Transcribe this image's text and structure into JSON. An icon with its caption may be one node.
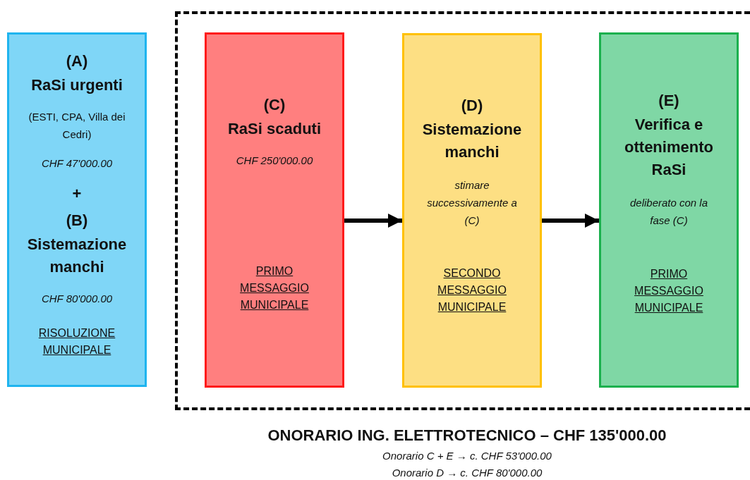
{
  "diagram": {
    "nodes": [
      {
        "text": [
          "(A)",
          "RaSi urgenti",
          "(ESTI, CPA, Villa dei Cedri)",
          "CHF 47'000.00",
          "+",
          "(B)",
          "Sistemazione manchi",
          "CHF 80'000.00",
          "RISOLUZIONE MUNICIPALE"
        ]
      },
      {
        "text": [],
        "shape": "box"
      },
      {
        "text": [
          "(C)",
          "RaSi scaduti",
          "CHF 250'000.00",
          "PRIMO MESSAGGIO MUNICIPALE"
        ],
        "in": 1
      },
      {
        "text": [
          "(D)",
          "Sistemazione manchi",
          "stimare successivamente a (C)",
          "SECONDO MESSAGGIO MUNICIPALE"
        ],
        "in": 1
      },
      {
        "text": [
          "(E)",
          "Verifica e ottenimento RaSi",
          "deliberato con la fase (C)",
          "PRIMO MESSAGGIO MUNICIPALE"
        ],
        "in": 1
      }
    ],
    "edges": [
      {
        "from": 2,
        "to": 3,
        "arrow": "to"
      },
      {
        "from": 3,
        "to": 4,
        "arrow": "to"
      }
    ],
    "labels": [
      "ONORARIO ING. ELETTROTECNICO – CHF 135'000.00",
      "Onorario C + E → c. CHF 53'000.00",
      "Onorario D → c. CHF 80'000.00"
    ]
  }
}
